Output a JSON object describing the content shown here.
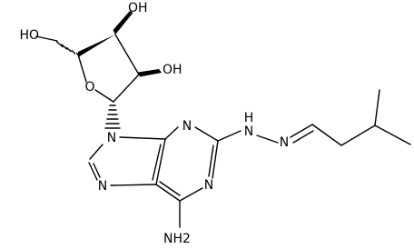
{
  "labels": {
    "ring_oxygen": "O",
    "ho_primary": "HO",
    "oh_top": "OH",
    "oh_right": "OH",
    "n9": "N",
    "n3": "N",
    "n7": "N",
    "n1": "N",
    "nh_hydrazone": "H",
    "n_hydrazone_1": "N",
    "n_hydrazone_2": "N",
    "nh2": "NH2"
  }
}
